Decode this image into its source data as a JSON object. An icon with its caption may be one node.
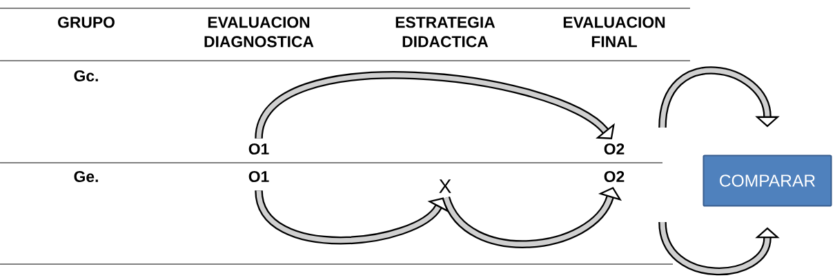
{
  "diagram": {
    "nodes": [
      {
        "text": [
          "O1"
        ]
      },
      {
        "text": [
          "O2"
        ]
      },
      {
        "text": [
          "O1"
        ]
      },
      {
        "text": [
          "X"
        ]
      },
      {
        "text": [
          "O2"
        ]
      },
      {
        "text": [
          "COMPARAR"
        ]
      }
    ],
    "edges": [
      {
        "from": 0,
        "to": 1,
        "arrow": "to"
      },
      {
        "from": 2,
        "to": 3,
        "arrow": "to"
      },
      {
        "from": 3,
        "to": 4,
        "arrow": "to"
      },
      {
        "from": null,
        "to": 5,
        "arrow": "to"
      },
      {
        "from": null,
        "to": 5,
        "arrow": "to"
      }
    ],
    "labels": [
      "GRUPO",
      "EVALUACION DIAGNOSTICA",
      "ESTRATEGIA DIDACTICA",
      "EVALUACION FINAL",
      "Gc.",
      "Ge."
    ]
  }
}
